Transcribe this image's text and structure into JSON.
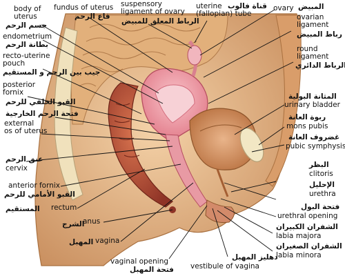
{
  "labels": {
    "body_of_uterus_en": "body of\nuterus",
    "body_of_uterus_ar": "جسم الرحم",
    "fundus_en": "fundus of uterus",
    "fundus_ar": "قاع الرحم",
    "susp_lig_en": "suspensory\nligament of ovary",
    "susp_lig_ar": "الرباط المعلق للمبيض",
    "uterine_tube_en": "uterine\n(fallopian) tube",
    "uterine_tube_ar": "قناة فالوب",
    "ovary_en": "ovary",
    "ovary_ar": "المبيض",
    "ovarian_lig_en": "ovarian\nligament",
    "ovarian_lig_ar": "رباط المبيض",
    "endometrium_en": "endometrium",
    "endometrium_ar": "بطانة الرحم",
    "round_lig_en": "round\nligament",
    "round_lig_ar": "الرباط الدائري",
    "recto_uterine_en": "recto-uterine\npouch",
    "recto_uterine_ar": "جيب بين الرحم و المستقيم",
    "posterior_fornix_en": "posterior\nfornix",
    "posterior_fornix_ar": "القبو الخلفي للرحم",
    "external_os_ar": "فتحة الرحم الخارجية",
    "external_os_en": "external\nos of uterus",
    "bladder_ar": "المثانة البولية",
    "bladder_en": "urinary bladder",
    "mons_ar": "ربوة العانة",
    "mons_en": "mons pubis",
    "symphysis_ar": "غضروف العانة",
    "symphysis_en": "pubic symphysis",
    "cervix_ar": "عنق الرحم",
    "cervix_en": "cervix",
    "clitoris_ar": "البظر",
    "clitoris_en": "clitoris",
    "anterior_fornix_en": "anterior fornix",
    "anterior_fornix_ar": "القبو الأمامي للرحم",
    "urethra_ar": "الإحليل",
    "urethra_en": "urethra",
    "rectum_en": "rectum",
    "rectum_ar": "المستقيم",
    "urethral_opening_ar": "فتحة البول",
    "urethral_opening_en": "urethral opening",
    "anus_en": "anus",
    "anus_ar": "الشرج",
    "labia_majora_ar": "الشفران الكبيران",
    "labia_majora_en": "labia majora",
    "labia_minora_ar": "الشفران الصغيران",
    "labia_minora_en": "labia minora",
    "vagina_en": "vagina",
    "vagina_ar": "المهبل",
    "vaginal_opening_en": "vaginal opening",
    "vaginal_opening_ar": "فتحة المهبل",
    "vestibule_ar": "دهليز المهبل",
    "vestibule_en": "vestibule of vagina"
  },
  "colors": {
    "skin": "#e9bd8c",
    "skin_dark": "#c98f5f",
    "uterus": "#f2a3ad",
    "uterus_inner": "#e06b7c",
    "rectum": "#b64a3a",
    "bladder": "#d08858",
    "bone": "#f2e7c4",
    "leader": "#111111"
  }
}
